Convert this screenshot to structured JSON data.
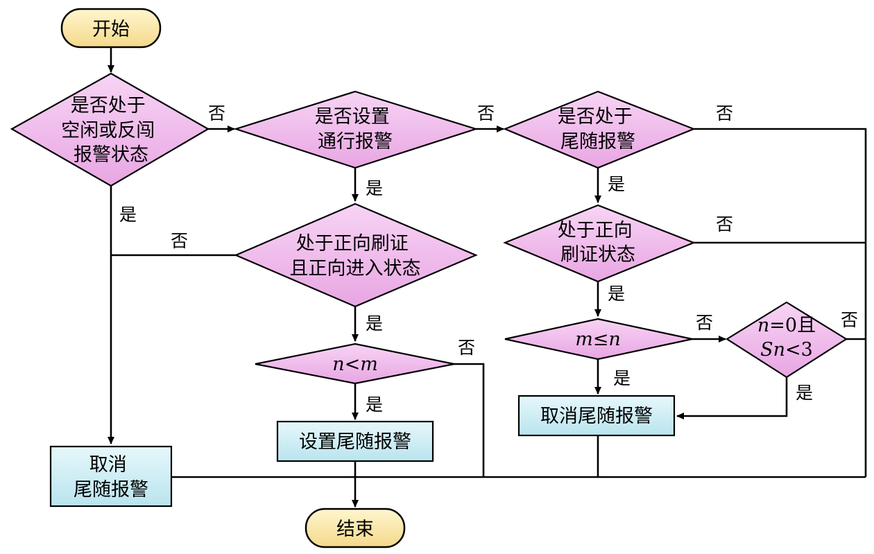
{
  "colors": {
    "terminal_fill": "#FBE9A8",
    "decision_fill": "#EFB8EC",
    "process_fill": "#CDEFF5",
    "line": "#000000"
  },
  "nodes": {
    "start": "开始",
    "end": "结束",
    "d1": [
      "是否处于",
      "空闲或反闯",
      "报警状态"
    ],
    "d2": [
      "是否设置",
      "通行报警"
    ],
    "d3": [
      "是否处于",
      "尾随报警"
    ],
    "d4": [
      "处于正向刷证",
      "且正向进入状态"
    ],
    "d5": [
      "处于正向",
      "刷证状态"
    ],
    "d6": {
      "a": "n",
      "op": "<",
      "b": "m"
    },
    "d7": {
      "a": "m",
      "op": "≤",
      "b": "n"
    },
    "d8": {
      "line1_var": "n",
      "line1_rest": "=0且",
      "line2_var": "Sn",
      "line2_rest": "<3"
    },
    "p_set": "设置尾随报警",
    "p_cancel_right": "取消尾随报警",
    "p_cancel_left": [
      "取消",
      "尾随报警"
    ]
  },
  "labels": {
    "yes": "是",
    "no": "否"
  }
}
